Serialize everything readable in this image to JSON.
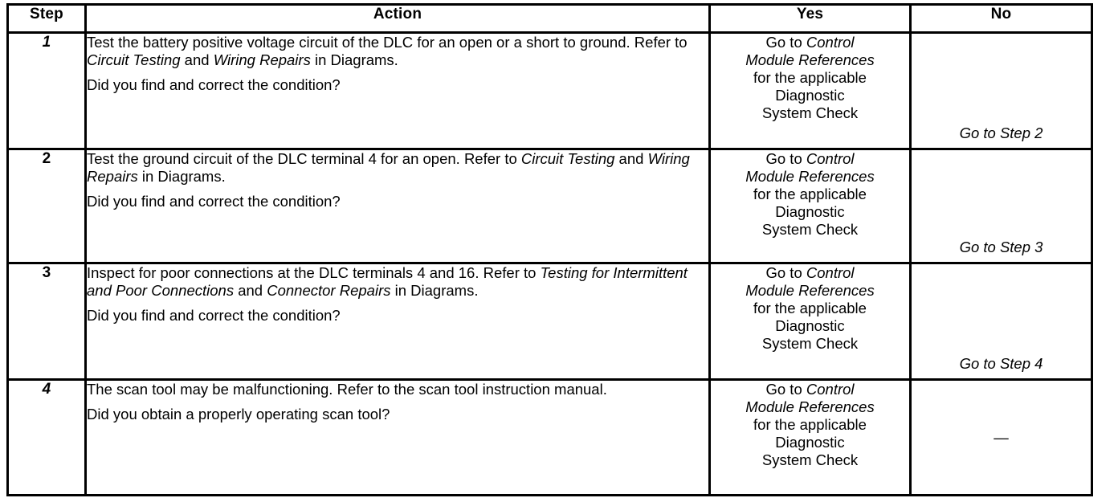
{
  "table": {
    "headers": {
      "step": "Step",
      "action": "Action",
      "yes": "Yes",
      "no": "No"
    },
    "yes_block": {
      "line1_plain": "Go to ",
      "line1_italic": "Control",
      "line2_italic": "Module References",
      "line3": "for the applicable",
      "line4": "Diagnostic",
      "line5": "System Check"
    },
    "rows": [
      {
        "step": "1",
        "step_style": "italic",
        "action": {
          "p1": {
            "seg1": "Test the battery positive voltage circuit of the DLC for an open or a short to ground. Refer to ",
            "seg2_italic": "Circuit Testing",
            "seg3": " and ",
            "seg4_italic": "Wiring Repairs",
            "seg5": " in Diagrams."
          },
          "p2": "Did you find and correct the condition?"
        },
        "no": "Go to Step 2",
        "no_style": "bottom-italic"
      },
      {
        "step": "2",
        "step_style": "upright",
        "action": {
          "p1": {
            "seg1": "Test the ground circuit of the DLC terminal 4 for an open. Refer to ",
            "seg2_italic": "Circuit Testing",
            "seg3": " and ",
            "seg4_italic": "Wiring Repairs",
            "seg5": " in Diagrams."
          },
          "p2": "Did you find and correct the condition?"
        },
        "no": "Go to Step 3",
        "no_style": "bottom-italic"
      },
      {
        "step": "3",
        "step_style": "upright",
        "action": {
          "p1": {
            "seg1": "Inspect for poor connections at the DLC terminals 4 and 16. Refer to ",
            "seg2_italic": "Testing for Intermittent and Poor Connections",
            "seg3": " and ",
            "seg4_italic": "Connector Repairs",
            "seg5": " in Diagrams."
          },
          "p2": "Did you find and correct the condition?"
        },
        "no": "Go to Step 4",
        "no_style": "bottom-italic"
      },
      {
        "step": "4",
        "step_style": "italic",
        "action": {
          "p1": {
            "seg1": "The scan tool may be malfunctioning. Refer to the scan tool instruction manual.",
            "seg2_italic": "",
            "seg3": "",
            "seg4_italic": "",
            "seg5": ""
          },
          "p2": "Did you obtain a properly operating scan tool?"
        },
        "no": "—",
        "no_style": "middle-dash"
      }
    ]
  },
  "colors": {
    "ink": "#000000",
    "paper": "#ffffff"
  }
}
